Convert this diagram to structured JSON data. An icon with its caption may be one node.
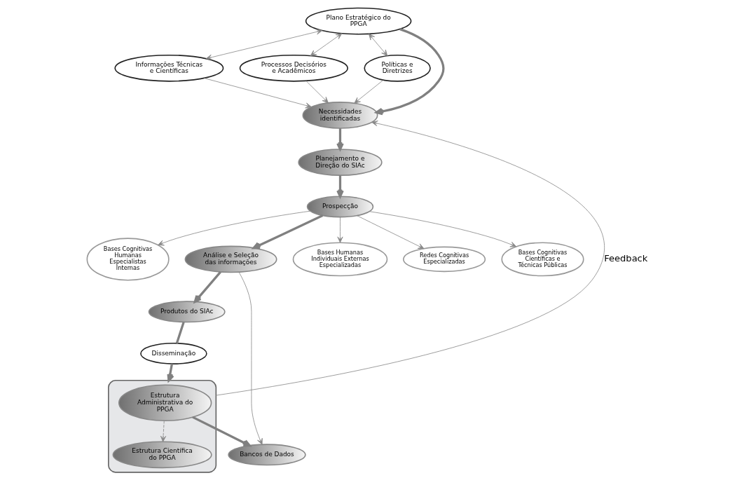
{
  "diagram": {
    "nodes": [
      {
        "text": [
          "Plano Estratégico do PPGA"
        ]
      },
      {
        "text": [
          "Informações Técnicas e Científicas"
        ]
      },
      {
        "text": [
          "Processos Decisórios e Acadêmicos"
        ]
      },
      {
        "text": [
          "Políticas e Diretrizes"
        ]
      },
      {
        "text": [
          "Necessidades identificadas"
        ]
      },
      {
        "text": [
          "Planejamento e Direção do SIAc"
        ]
      },
      {
        "text": [
          "Bases Cognitivas Científicas e Técnicas Públicas"
        ]
      },
      {
        "text": [
          "Prospecção"
        ]
      },
      {
        "text": [
          "Bases Cognitivas Humanas Especialistas Internas"
        ]
      },
      {
        "text": [
          "Análise e Seleção das informações"
        ]
      },
      {
        "text": [
          "Bancos de Dados"
        ]
      },
      {
        "text": [],
        "shape": "box"
      },
      {
        "text": [
          "Estrutura Administrativa do PPGA"
        ],
        "in": 11
      },
      {
        "text": [
          "Disseminação"
        ]
      },
      {
        "text": [
          "Produtos do SIAc"
        ]
      },
      {
        "text": [
          "Estrutura Científica do PPGA"
        ],
        "in": 11
      },
      {
        "text": [
          "Bases Humanas Individuais Externas Especializadas"
        ]
      },
      {
        "text": [
          "Redes Cognitivas Especializadas"
        ]
      }
    ],
    "edges": [
      {
        "from": 0,
        "to": 1,
        "arrow": "both"
      },
      {
        "from": 0,
        "to": 2,
        "arrow": "both"
      },
      {
        "from": 0,
        "to": 3,
        "arrow": "both"
      },
      {
        "from": 1,
        "to": 4,
        "arrow": "to"
      },
      {
        "from": 2,
        "to": 4,
        "arrow": "to"
      },
      {
        "from": 0,
        "to": 4,
        "arrow": "to",
        "style": "thick"
      },
      {
        "from": 3,
        "to": 4,
        "arrow": "to"
      },
      {
        "from": 11,
        "to": 4,
        "arrow": "to",
        "label": "Feedback"
      },
      {
        "from": 4,
        "to": 5,
        "arrow": "to",
        "style": "thick"
      },
      {
        "from": 5,
        "to": 7,
        "arrow": "to",
        "style": "thick"
      },
      {
        "from": 7,
        "to": 6,
        "arrow": "to"
      },
      {
        "from": 7,
        "to": 8,
        "arrow": "to"
      },
      {
        "from": 7,
        "to": 16,
        "arrow": "to"
      },
      {
        "from": 7,
        "to": 17,
        "arrow": "to"
      },
      {
        "from": 7,
        "to": 9,
        "arrow": "to",
        "style": "thick"
      },
      {
        "from": 9,
        "to": 10,
        "arrow": "to"
      },
      {
        "from": 9,
        "to": 14,
        "arrow": "to",
        "style": "thick"
      },
      {
        "from": 12,
        "to": 10,
        "arrow": "to",
        "style": "thick"
      },
      {
        "from": 14,
        "to": 13,
        "arrow": "none",
        "style": "thick"
      },
      {
        "from": 13,
        "to": 11,
        "arrow": "to",
        "style": "thick"
      },
      {
        "from": 12,
        "to": 15,
        "arrow": "to",
        "style": "dashed"
      }
    ]
  }
}
